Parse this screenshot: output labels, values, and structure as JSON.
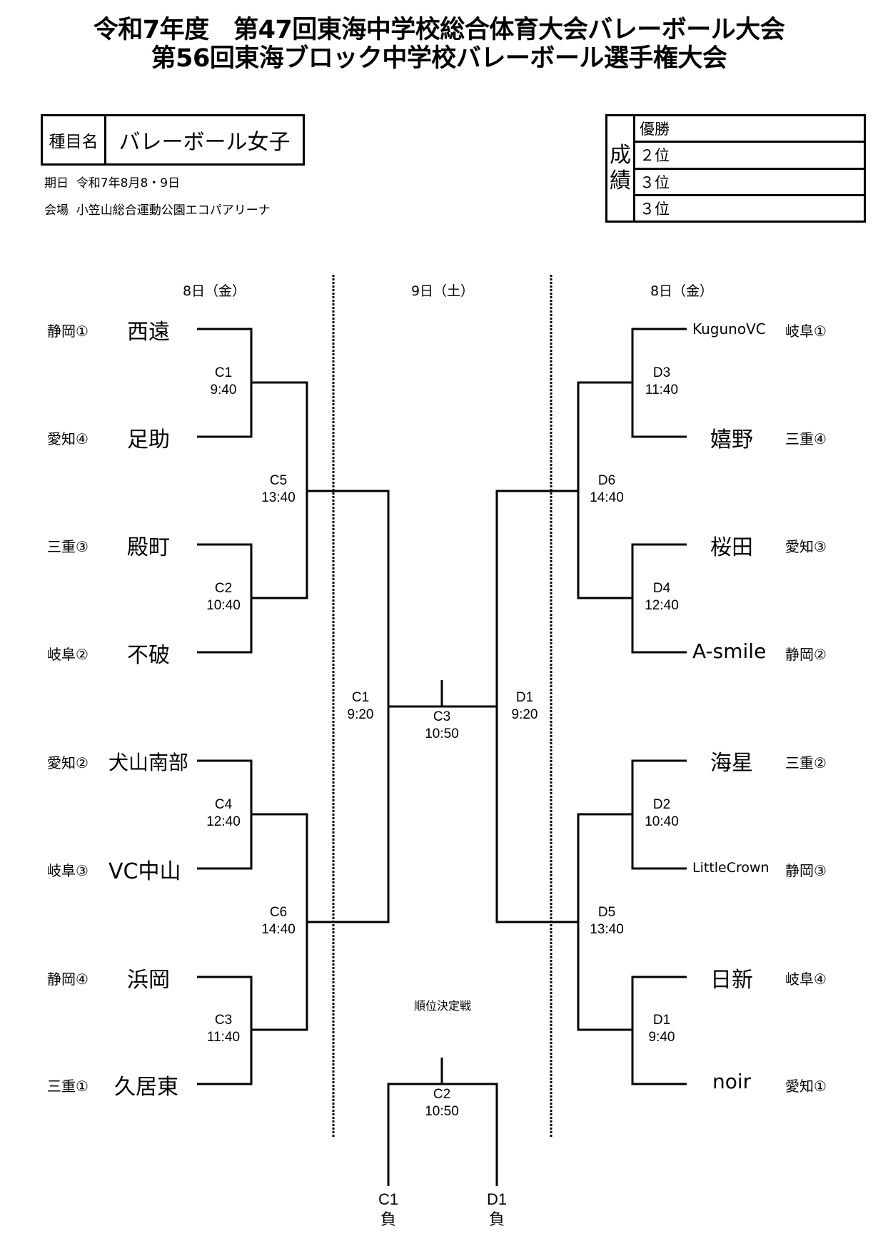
{
  "header": {
    "title_line1": "令和7年度　第47回東海中学校総合体育大会バレーボール大会",
    "title_line2": "第56回東海ブロック中学校バレーボール選手権大会"
  },
  "event": {
    "label": "種目名",
    "value": "バレーボール女子",
    "date_label": "期日",
    "date_value": "令和7年8月8・9日",
    "venue_label": "会場",
    "venue_value": "小笠山総合運動公園エコパアリーナ"
  },
  "results": {
    "label_top": "成",
    "label_bottom": "績",
    "rows": [
      "優勝",
      "２位",
      "３位",
      "３位"
    ]
  },
  "days": {
    "left": "8日（金）",
    "center": "9日（土）",
    "right": "8日（金）"
  },
  "left_teams": [
    {
      "pref": "静岡①",
      "name": "西遠"
    },
    {
      "pref": "愛知④",
      "name": "足助"
    },
    {
      "pref": "三重③",
      "name": "殿町"
    },
    {
      "pref": "岐阜②",
      "name": "不破"
    },
    {
      "pref": "愛知②",
      "name": "犬山南部"
    },
    {
      "pref": "岐阜③",
      "name": "VC中山"
    },
    {
      "pref": "静岡④",
      "name": "浜岡"
    },
    {
      "pref": "三重①",
      "name": "久居東"
    }
  ],
  "right_teams": [
    {
      "pref": "岐阜①",
      "name": "KugunoVC"
    },
    {
      "pref": "三重④",
      "name": "嬉野"
    },
    {
      "pref": "愛知③",
      "name": "桜田"
    },
    {
      "pref": "静岡②",
      "name": "A-smile"
    },
    {
      "pref": "三重②",
      "name": "海星"
    },
    {
      "pref": "静岡③",
      "name": "LittleCrown"
    },
    {
      "pref": "岐阜④",
      "name": "日新"
    },
    {
      "pref": "愛知①",
      "name": "noir"
    }
  ],
  "matches": {
    "C1": {
      "court": "C1",
      "time": "9:40"
    },
    "C2": {
      "court": "C2",
      "time": "10:40"
    },
    "C4": {
      "court": "C4",
      "time": "12:40"
    },
    "C3": {
      "court": "C3",
      "time": "11:40"
    },
    "C5": {
      "court": "C5",
      "time": "13:40"
    },
    "C6": {
      "court": "C6",
      "time": "14:40"
    },
    "D3": {
      "court": "D3",
      "time": "11:40"
    },
    "D4": {
      "court": "D4",
      "time": "12:40"
    },
    "D2": {
      "court": "D2",
      "time": "10:40"
    },
    "D1": {
      "court": "D1",
      "time": "9:40"
    },
    "D6": {
      "court": "D6",
      "time": "14:40"
    },
    "D5": {
      "court": "D5",
      "time": "13:40"
    },
    "semi_left": {
      "court": "C1",
      "time": "9:20"
    },
    "semi_right": {
      "court": "D1",
      "time": "9:20"
    },
    "final": {
      "court": "C3",
      "time": "10:50"
    },
    "third": {
      "court": "C2",
      "time": "10:50"
    }
  },
  "placement": {
    "label": "順位決定戦",
    "left_source": "C1",
    "left_loser": "負",
    "right_source": "D1",
    "right_loser": "負"
  }
}
